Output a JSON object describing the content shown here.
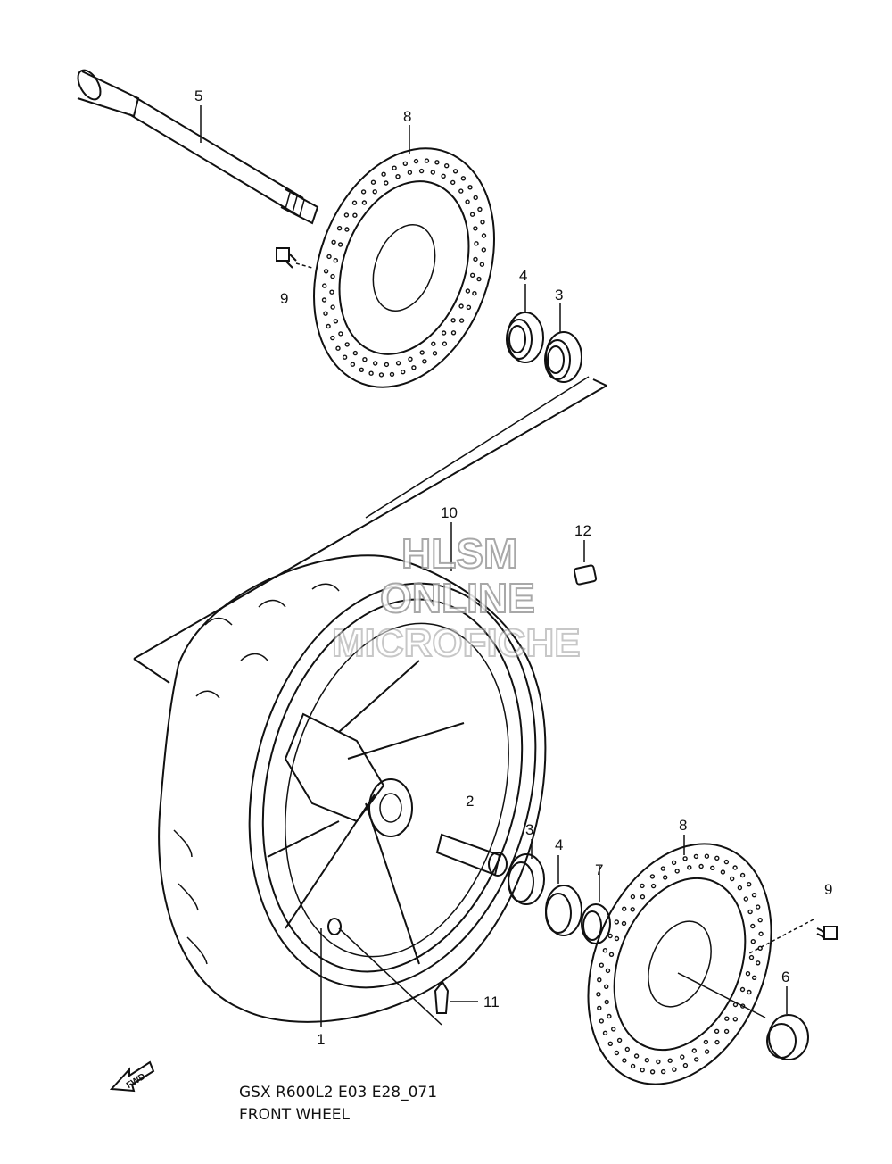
{
  "callouts": {
    "c1": "1",
    "c2": "2",
    "c3a": "3",
    "c3b": "3",
    "c4a": "4",
    "c4b": "4",
    "c5": "5",
    "c6": "6",
    "c7": "7",
    "c8a": "8",
    "c8b": "8",
    "c9a": "9",
    "c9b": "9",
    "c10": "10",
    "c11": "11",
    "c12": "12"
  },
  "caption": {
    "model": "GSX R600L2 E03 E28_071",
    "title": "FRONT WHEEL"
  },
  "watermark": {
    "line1": "HLSM",
    "line2": "ONLINE",
    "line3": "MICROFICHE"
  },
  "fwd_label": "FWD"
}
